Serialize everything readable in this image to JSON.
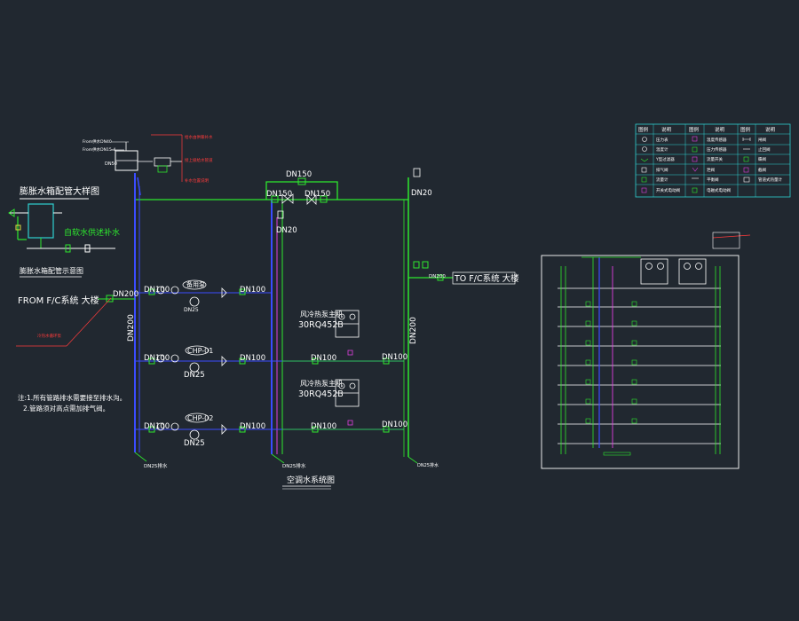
{
  "labels": {
    "expansion_title": "膨胀水箱配管大样图",
    "expansion_caption": "膨胀水箱配管示意图",
    "auto_refill": "自软水供述补水",
    "from_fc": "FROM F/C系统 大楼",
    "to_fc": "TO F/C系统 大楼",
    "system_caption": "空调水系统图",
    "heat_pump_1_name": "风冷热泵主机",
    "heat_pump_1_model": "30RQ452B",
    "heat_pump_2_name": "风冷热泵主机",
    "heat_pump_2_model": "30RQ452B",
    "pump_1_tag": "备用泵",
    "pump_2_tag": "CHP-01",
    "pump_3_tag": "CHP-02",
    "dn25_drain_1": "DN25排水",
    "dn25_drain_2": "DN25排水",
    "dn25_drain_3": "DN25排水",
    "note_1": "注:1.所有管路排水需要接至排水沟。",
    "note_2": "2.管路须对高点需加排气阀。",
    "red_small_1": "给水由供暖补水",
    "red_small_2": "接上级给水管道",
    "red_small_3": "冷热水循环泵",
    "red_small_4": "补水位置说明",
    "from_small_1": "From供水DN40",
    "from_small_2": "From供水DN15-4"
  },
  "dn": {
    "main_v1": "DN200",
    "main_v2": "DN200",
    "from_in": "DN200",
    "to_out": "DN200",
    "top_loop": "DN150",
    "top_left": "DN150",
    "top_right": "DN150",
    "vent_top": "DN20",
    "vent_mid": "DN20",
    "row1_a": "DN100",
    "row1_b": "DN100",
    "row1_c": "DN25",
    "row2_a": "DN100",
    "row2_b": "DN100",
    "row2_c": "DN25",
    "row2_d": "DN100",
    "row2_e": "DN100",
    "row3_a": "DN100",
    "row3_b": "DN100",
    "row3_c": "DN25",
    "row3_d": "DN100",
    "row3_e": "DN100",
    "tank_dn": "DN50"
  },
  "legend": {
    "headers": [
      "图例",
      "说明",
      "图例",
      "说明",
      "图例",
      "说明"
    ],
    "rows": [
      [
        "压力表",
        "温度传感器",
        "闸阀"
      ],
      [
        "温度计",
        "压力传感器",
        "止回阀"
      ],
      [
        "Y型过滤器",
        "流量开关",
        "蝶阀"
      ],
      [
        "排气阀",
        "泄阀",
        "截阀"
      ],
      [
        "流量计",
        "平衡阀",
        "管道式热量计"
      ],
      [
        "开关式电动阀",
        "电磁式电动阀",
        ""
      ]
    ]
  },
  "colors": {
    "background": "#212830",
    "supply_pipe": "#2ee82e",
    "return_pipe": "#3a4cff",
    "text": "#ffffff",
    "accent_magenta": "#e040e0",
    "annotation_red": "#ff3b3b"
  }
}
